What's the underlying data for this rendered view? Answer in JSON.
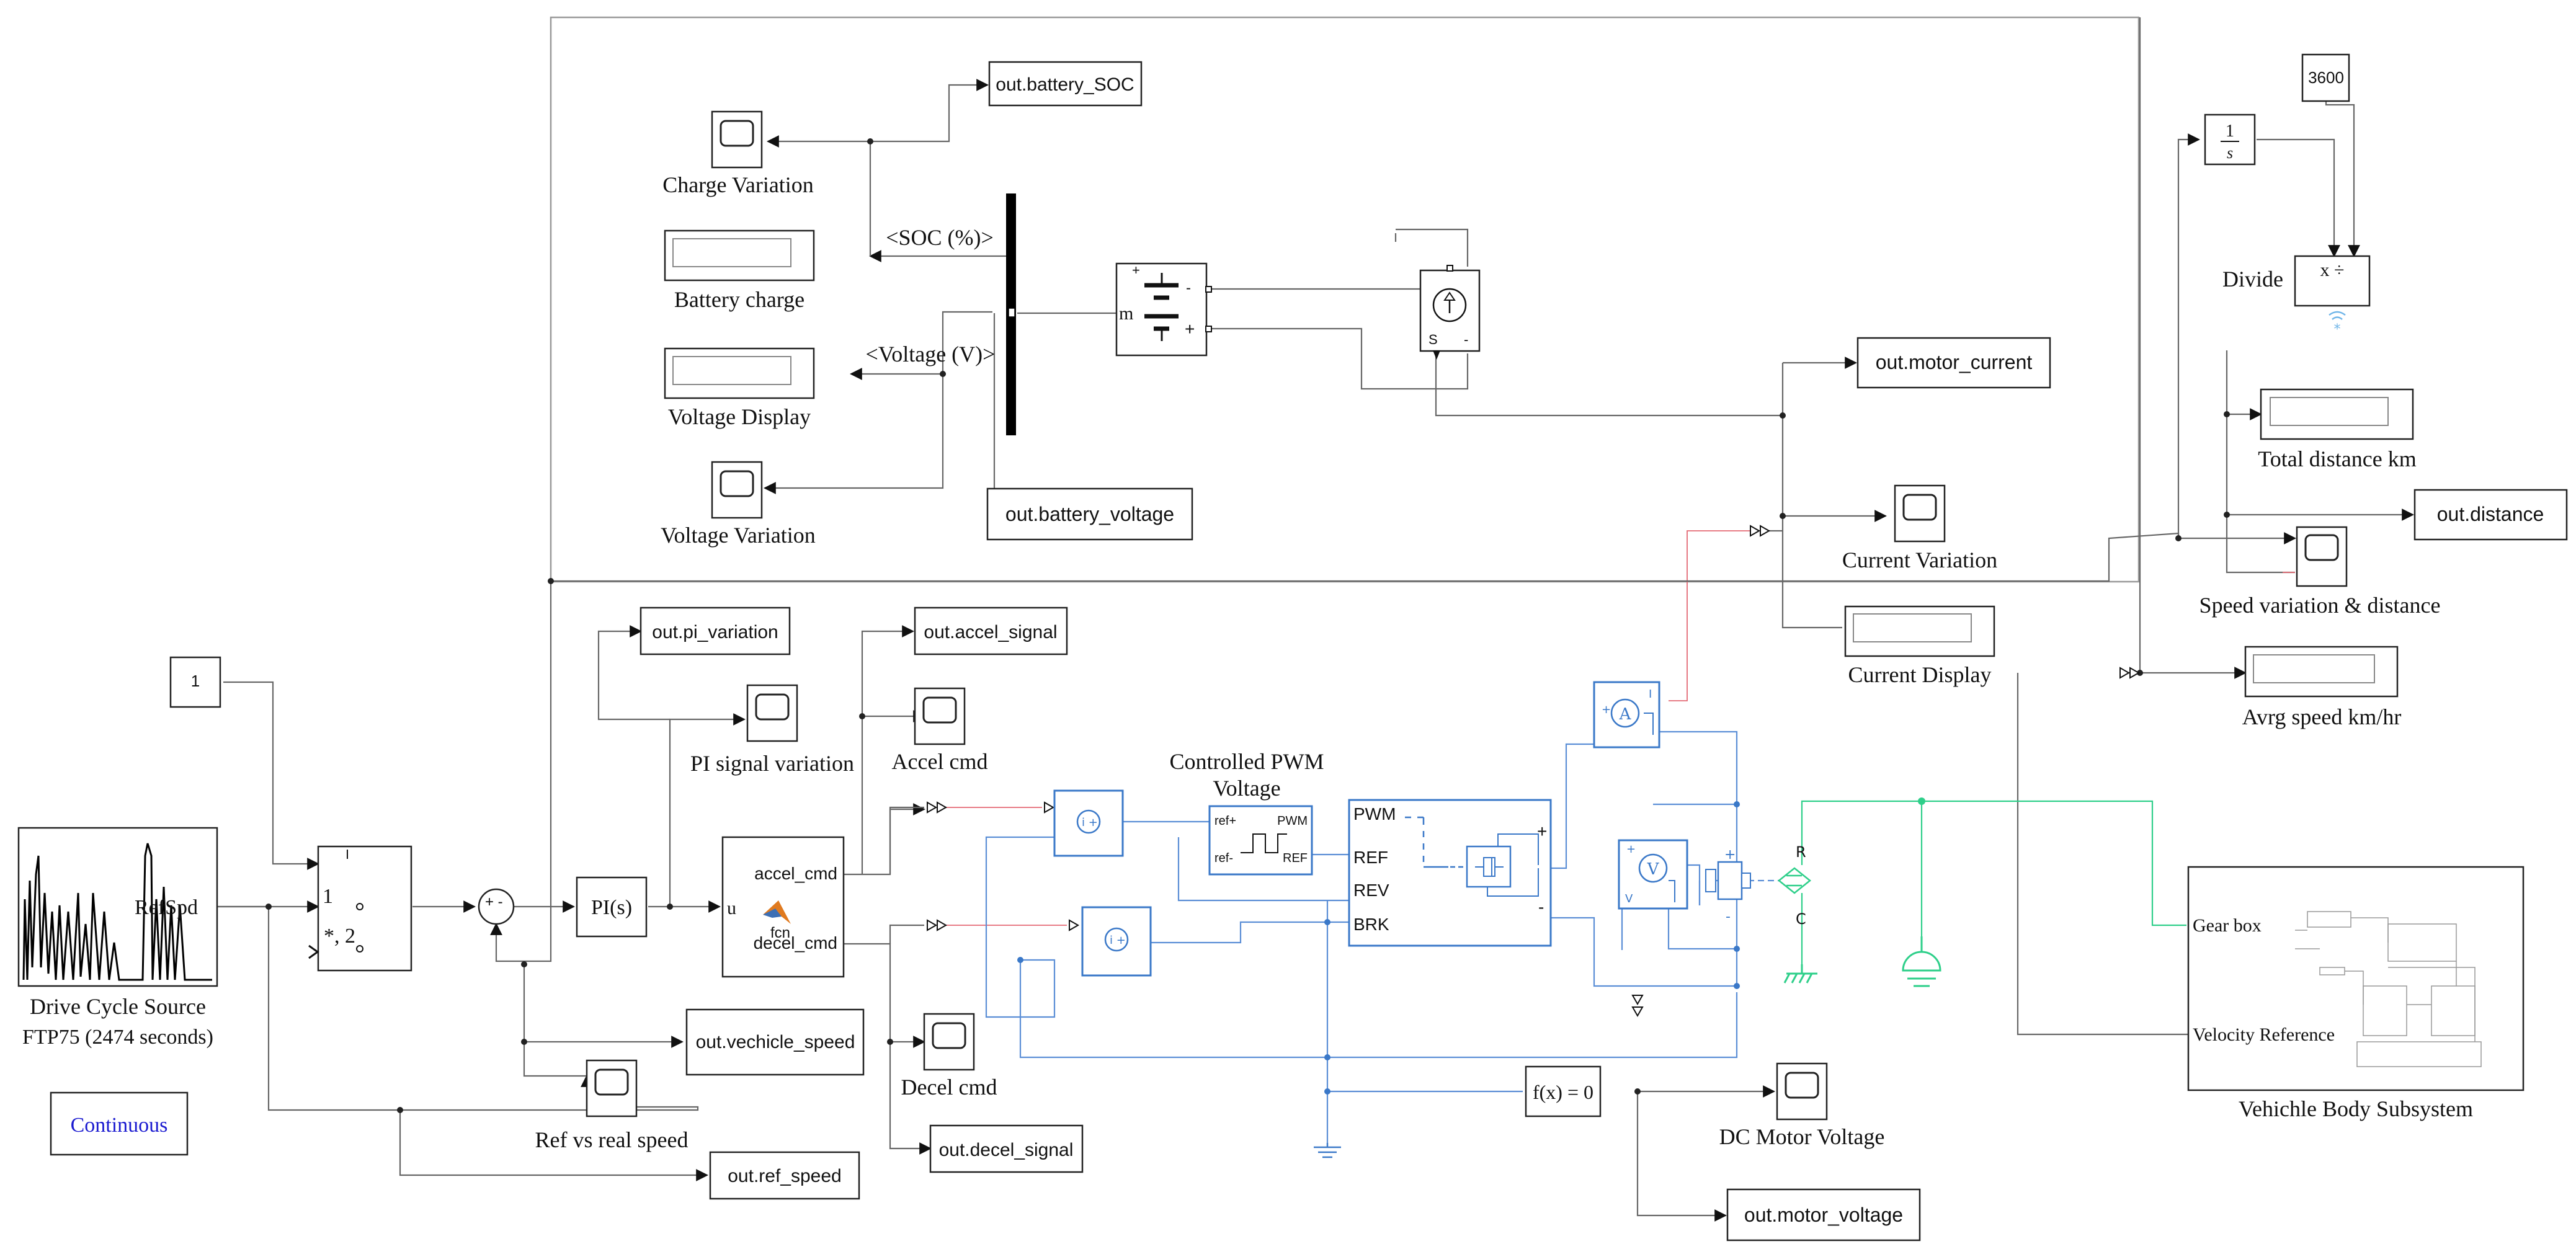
{
  "blocks": {
    "constant_one": "1",
    "constant_3600": "3600",
    "integrator": "1",
    "integrator_s": "s",
    "divide_ops": "x ÷",
    "pi": "PI(s)",
    "fcn_in": "u",
    "fcn_out1": "accel_cmd",
    "fcn_out2": "decel_cmd",
    "fcn_name": "fcn",
    "switch_in1": "1",
    "switch_in2": "*, 2",
    "refspd": "RefSpd",
    "fx": "f(x) = 0",
    "pwm_ports": [
      "ref+",
      "ref-",
      "PWM",
      "REF"
    ],
    "hbridge_ports": [
      "PWM",
      "REF",
      "REV",
      "BRK"
    ],
    "continuous": "Continuous",
    "battery_m": "m",
    "bus_soc": "<SOC (%)>",
    "bus_voltage": "<Voltage (V)>",
    "sum_signs": "+ -",
    "gearbox_port": "Gear box",
    "velocity_port": "Velocity Reference",
    "ammeter": "A",
    "voltmeter": "V",
    "motor_ports": [
      "C",
      "R"
    ],
    "cs_label": "S"
  },
  "outputs": [
    "out.battery_SOC",
    "out.battery_voltage",
    "out.motor_current",
    "out.distance",
    "out.pi_variation",
    "out.accel_signal",
    "out.vechicle_speed",
    "out.decel_signal",
    "out.ref_speed",
    "out.motor_voltage"
  ],
  "captions": {
    "charge_variation": "Charge Variation",
    "battery_charge": "Battery charge",
    "voltage_display": "Voltage Display",
    "voltage_variation": "Voltage Variation",
    "divide": "Divide",
    "total_distance": "Total distance km",
    "current_variation": "Current Variation",
    "speed_variation": "Speed variation & distance",
    "current_display": "Current Display",
    "avrg_speed": "Avrg speed km/hr",
    "pi_signal": "PI signal variation",
    "accel_cmd": "Accel cmd",
    "pwm_title_1": "Controlled PWM",
    "pwm_title_2": "Voltage",
    "drive_cycle": "Drive Cycle Source",
    "ftp75": "FTP75 (2474  seconds)",
    "decel_cmd": "Decel cmd",
    "ref_vs_real": "Ref vs real speed",
    "dc_motor_voltage": "DC Motor Voltage",
    "vehicle_body": "Vehichle Body Subsystem"
  },
  "colors": {
    "wire": "#666666",
    "electrical": "#3a78c8",
    "mechanical": "#2ecf8a",
    "signal_red": "#e46a74",
    "continuous_text": "#1a1ad0"
  }
}
